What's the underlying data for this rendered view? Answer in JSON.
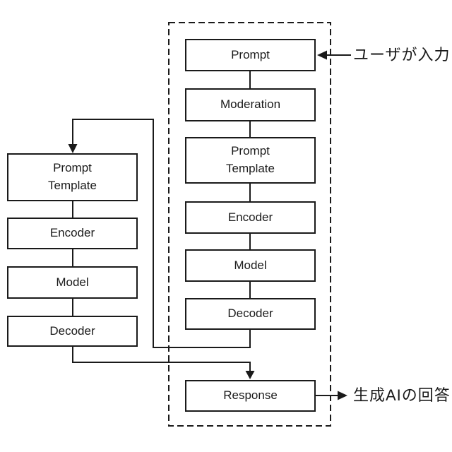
{
  "diagram": {
    "annotations": {
      "input_label": "ユーザが入力",
      "output_label": "生成AIの回答"
    },
    "main_flow": {
      "nodes": [
        {
          "label": "Prompt"
        },
        {
          "label": "Moderation"
        },
        {
          "label": "Prompt\nTemplate"
        },
        {
          "label": "Encoder"
        },
        {
          "label": "Model"
        },
        {
          "label": "Decoder"
        },
        {
          "label": "Response"
        }
      ]
    },
    "sub_flow": {
      "nodes": [
        {
          "label": "Prompt\nTemplate"
        },
        {
          "label": "Encoder"
        },
        {
          "label": "Model"
        },
        {
          "label": "Decoder"
        }
      ]
    },
    "colors": {
      "line": "#1a1a1a",
      "background": "#ffffff",
      "node_fill": "#ffffff"
    }
  }
}
